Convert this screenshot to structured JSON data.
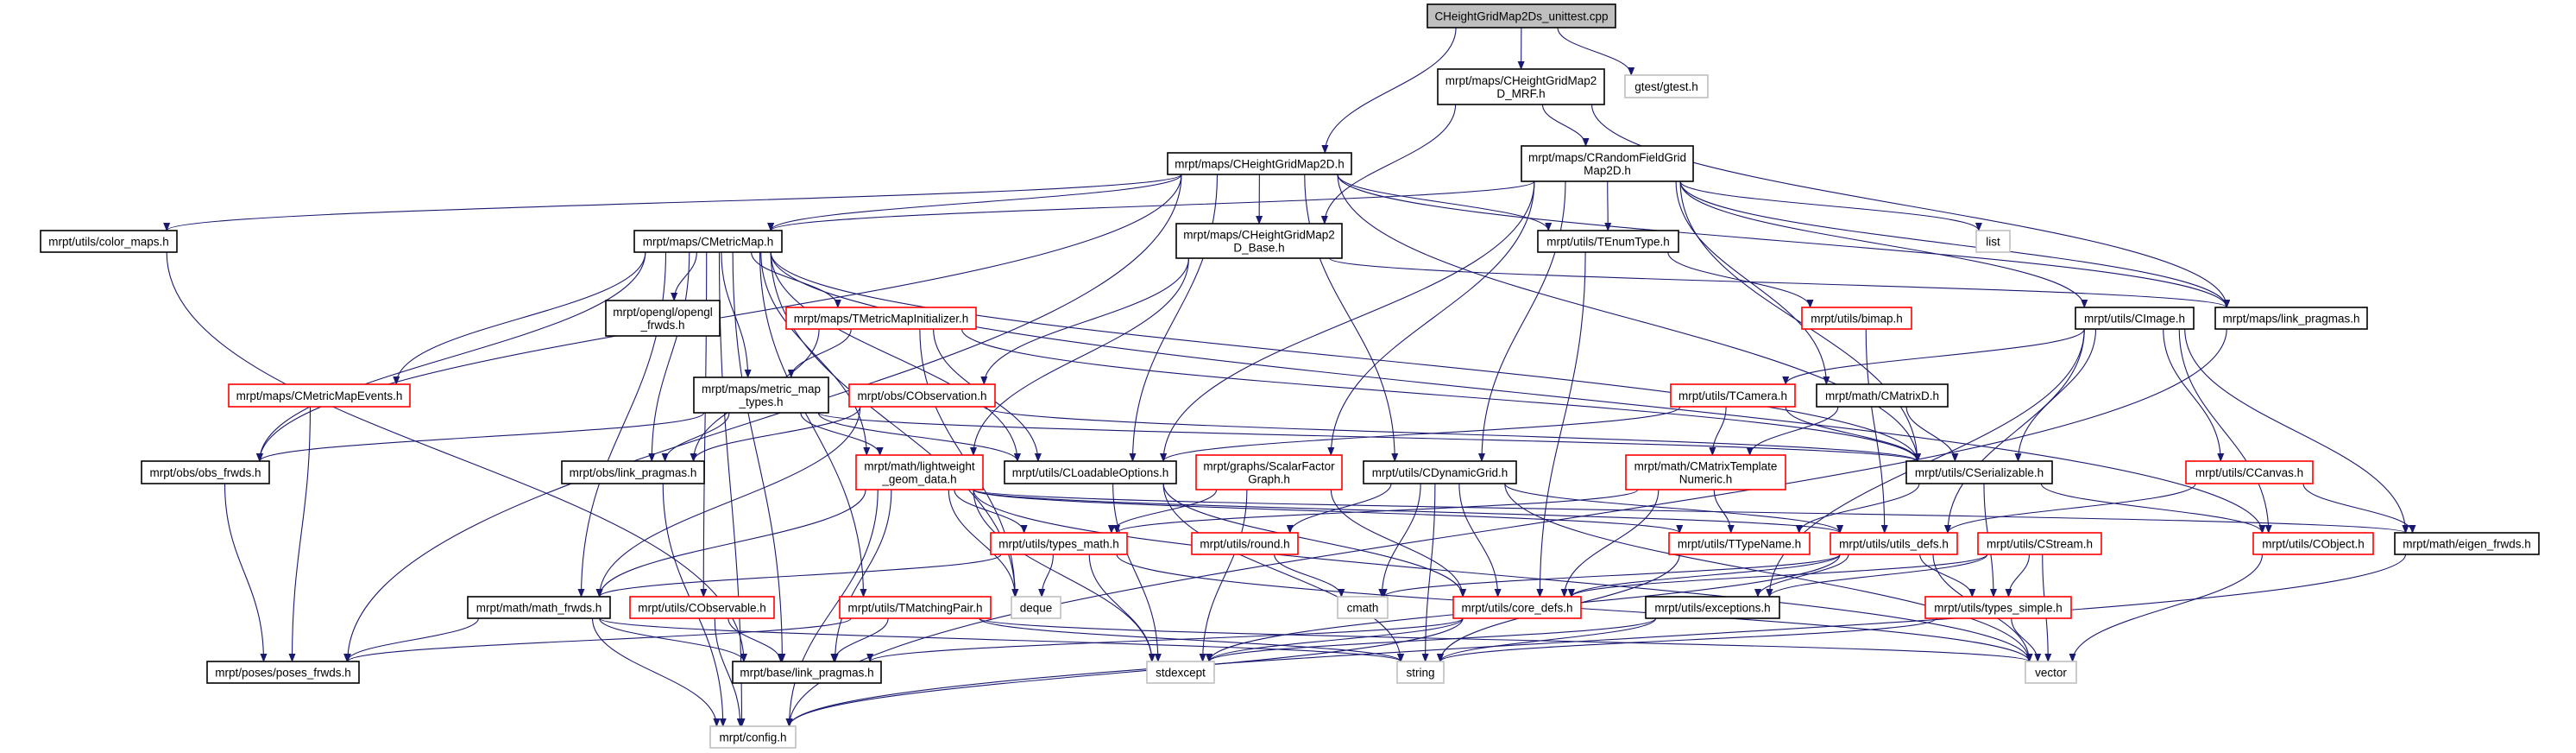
{
  "graph_title": "CHeightGridMap2Ds_unittest.cpp",
  "colors": {
    "edge": "#191970",
    "root_fill": "#bfbfbf",
    "normal_border": "#000000",
    "red_border": "#ff0000",
    "external_border": "#bfbfbf"
  },
  "nodes": [
    {
      "id": "top",
      "lines": [
        "CHeightGridMap2Ds_unittest.cpp"
      ],
      "style": "root"
    },
    {
      "id": "mrf",
      "lines": [
        "mrpt/maps/CHeightGridMap2",
        "D_MRF.h"
      ],
      "style": "normal"
    },
    {
      "id": "gtest",
      "lines": [
        "gtest/gtest.h"
      ],
      "style": "external"
    },
    {
      "id": "hgm",
      "lines": [
        "mrpt/maps/CHeightGridMap2D.h"
      ],
      "style": "normal"
    },
    {
      "id": "rfg",
      "lines": [
        "mrpt/maps/CRandomFieldGrid",
        "Map2D.h"
      ],
      "style": "normal"
    },
    {
      "id": "base",
      "lines": [
        "mrpt/maps/CHeightGridMap2",
        "D_Base.h"
      ],
      "style": "normal"
    },
    {
      "id": "tenum",
      "lines": [
        "mrpt/utils/TEnumType.h"
      ],
      "style": "normal"
    },
    {
      "id": "list",
      "lines": [
        "list"
      ],
      "style": "external"
    },
    {
      "id": "colormaps",
      "lines": [
        "mrpt/utils/color_maps.h"
      ],
      "style": "normal"
    },
    {
      "id": "cmetricmap",
      "lines": [
        "mrpt/maps/CMetricMap.h"
      ],
      "style": "normal"
    },
    {
      "id": "opengl",
      "lines": [
        "mrpt/opengl/opengl",
        "_frwds.h"
      ],
      "style": "normal"
    },
    {
      "id": "tmmi",
      "lines": [
        "mrpt/maps/TMetricMapInitializer.h"
      ],
      "style": "red"
    },
    {
      "id": "bimap",
      "lines": [
        "mrpt/utils/bimap.h"
      ],
      "style": "red"
    },
    {
      "id": "cimage",
      "lines": [
        "mrpt/utils/CImage.h"
      ],
      "style": "normal"
    },
    {
      "id": "mapslp",
      "lines": [
        "mrpt/maps/link_pragmas.h"
      ],
      "style": "normal"
    },
    {
      "id": "cmme",
      "lines": [
        "mrpt/maps/CMetricMapEvents.h"
      ],
      "style": "red"
    },
    {
      "id": "mmt",
      "lines": [
        "mrpt/maps/metric_map",
        "_types.h"
      ],
      "style": "normal"
    },
    {
      "id": "cobs",
      "lines": [
        "mrpt/obs/CObservation.h"
      ],
      "style": "red"
    },
    {
      "id": "tcamera",
      "lines": [
        "mrpt/utils/TCamera.h"
      ],
      "style": "red"
    },
    {
      "id": "cmatrixd",
      "lines": [
        "mrpt/math/CMatrixD.h"
      ],
      "style": "normal"
    },
    {
      "id": "obsfrwds",
      "lines": [
        "mrpt/obs/obs_frwds.h"
      ],
      "style": "normal"
    },
    {
      "id": "obslp",
      "lines": [
        "mrpt/obs/link_pragmas.h"
      ],
      "style": "normal"
    },
    {
      "id": "lwg",
      "lines": [
        "mrpt/math/lightweight",
        "_geom_data.h"
      ],
      "style": "red"
    },
    {
      "id": "clo",
      "lines": [
        "mrpt/utils/CLoadableOptions.h"
      ],
      "style": "normal"
    },
    {
      "id": "sfg",
      "lines": [
        "mrpt/graphs/ScalarFactor",
        "Graph.h"
      ],
      "style": "red"
    },
    {
      "id": "cdg",
      "lines": [
        "mrpt/utils/CDynamicGrid.h"
      ],
      "style": "normal"
    },
    {
      "id": "cmtn",
      "lines": [
        "mrpt/math/CMatrixTemplate",
        "Numeric.h"
      ],
      "style": "red"
    },
    {
      "id": "cser",
      "lines": [
        "mrpt/utils/CSerializable.h"
      ],
      "style": "normal"
    },
    {
      "id": "ccanvas",
      "lines": [
        "mrpt/utils/CCanvas.h"
      ],
      "style": "red"
    },
    {
      "id": "typesmath",
      "lines": [
        "mrpt/utils/types_math.h"
      ],
      "style": "red"
    },
    {
      "id": "round",
      "lines": [
        "mrpt/utils/round.h"
      ],
      "style": "red"
    },
    {
      "id": "ttypename",
      "lines": [
        "mrpt/utils/TTypeName.h"
      ],
      "style": "red"
    },
    {
      "id": "utilsdefs",
      "lines": [
        "mrpt/utils/utils_defs.h"
      ],
      "style": "red"
    },
    {
      "id": "cstream",
      "lines": [
        "mrpt/utils/CStream.h"
      ],
      "style": "red"
    },
    {
      "id": "cobject",
      "lines": [
        "mrpt/utils/CObject.h"
      ],
      "style": "red"
    },
    {
      "id": "eigen",
      "lines": [
        "mrpt/math/eigen_frwds.h"
      ],
      "style": "normal"
    },
    {
      "id": "mathfrwds",
      "lines": [
        "mrpt/math/math_frwds.h"
      ],
      "style": "normal"
    },
    {
      "id": "cobservable",
      "lines": [
        "mrpt/utils/CObservable.h"
      ],
      "style": "red"
    },
    {
      "id": "tmp",
      "lines": [
        "mrpt/utils/TMatchingPair.h"
      ],
      "style": "red"
    },
    {
      "id": "deque",
      "lines": [
        "deque"
      ],
      "style": "external"
    },
    {
      "id": "cmath",
      "lines": [
        "cmath"
      ],
      "style": "external"
    },
    {
      "id": "coredefs",
      "lines": [
        "mrpt/utils/core_defs.h"
      ],
      "style": "red"
    },
    {
      "id": "exceptions",
      "lines": [
        "mrpt/utils/exceptions.h"
      ],
      "style": "normal"
    },
    {
      "id": "typessimple",
      "lines": [
        "mrpt/utils/types_simple.h"
      ],
      "style": "red"
    },
    {
      "id": "posesfrwds",
      "lines": [
        "mrpt/poses/poses_frwds.h"
      ],
      "style": "normal"
    },
    {
      "id": "baselp",
      "lines": [
        "mrpt/base/link_pragmas.h"
      ],
      "style": "normal"
    },
    {
      "id": "stdexcept",
      "lines": [
        "stdexcept"
      ],
      "style": "external"
    },
    {
      "id": "string",
      "lines": [
        "string"
      ],
      "style": "external"
    },
    {
      "id": "vector",
      "lines": [
        "vector"
      ],
      "style": "external"
    },
    {
      "id": "config",
      "lines": [
        "mrpt/config.h"
      ],
      "style": "external"
    }
  ],
  "edges": [
    [
      "top",
      "hgm"
    ],
    [
      "top",
      "mrf"
    ],
    [
      "top",
      "gtest"
    ],
    [
      "mrf",
      "base"
    ],
    [
      "mrf",
      "rfg"
    ],
    [
      "mrf",
      "mapslp"
    ],
    [
      "hgm",
      "posesfrwds"
    ],
    [
      "hgm",
      "colormaps"
    ],
    [
      "hgm",
      "cmetricmap"
    ],
    [
      "hgm",
      "obsfrwds"
    ],
    [
      "hgm",
      "base"
    ],
    [
      "hgm",
      "clo"
    ],
    [
      "hgm",
      "cdg"
    ],
    [
      "hgm",
      "tenum"
    ],
    [
      "hgm",
      "cser"
    ],
    [
      "hgm",
      "mapslp"
    ],
    [
      "rfg",
      "cmetricmap"
    ],
    [
      "rfg",
      "tenum"
    ],
    [
      "rfg",
      "list"
    ],
    [
      "rfg",
      "mapslp"
    ],
    [
      "rfg",
      "cimage"
    ],
    [
      "rfg",
      "cmatrixd"
    ],
    [
      "rfg",
      "cser"
    ],
    [
      "rfg",
      "cdg"
    ],
    [
      "rfg",
      "sfg"
    ],
    [
      "rfg",
      "clo"
    ],
    [
      "base",
      "mapslp"
    ],
    [
      "base",
      "cobs"
    ],
    [
      "base",
      "lwg"
    ],
    [
      "tenum",
      "coredefs"
    ],
    [
      "tenum",
      "bimap"
    ],
    [
      "bimap",
      "utilsdefs"
    ],
    [
      "cmetricmap",
      "opengl"
    ],
    [
      "cmetricmap",
      "tmmi"
    ],
    [
      "cmetricmap",
      "mmt"
    ],
    [
      "cmetricmap",
      "cmme"
    ],
    [
      "cmetricmap",
      "obsfrwds"
    ],
    [
      "cmetricmap",
      "obslp"
    ],
    [
      "cmetricmap",
      "mathfrwds"
    ],
    [
      "cmetricmap",
      "cobservable"
    ],
    [
      "cmetricmap",
      "tmp"
    ],
    [
      "cmetricmap",
      "deque"
    ],
    [
      "cmetricmap",
      "lwg"
    ],
    [
      "cmetricmap",
      "clo"
    ],
    [
      "cmetricmap",
      "cser"
    ],
    [
      "cmetricmap",
      "cobject"
    ],
    [
      "cmetricmap",
      "baselp"
    ],
    [
      "cmetricmap",
      "config"
    ],
    [
      "tmmi",
      "mmt"
    ],
    [
      "tmmi",
      "obslp"
    ],
    [
      "tmmi",
      "clo"
    ],
    [
      "tmmi",
      "cser"
    ],
    [
      "tmmi",
      "deque"
    ],
    [
      "mmt",
      "obsfrwds"
    ],
    [
      "mmt",
      "obslp"
    ],
    [
      "mmt",
      "lwg"
    ],
    [
      "mmt",
      "clo"
    ],
    [
      "mmt",
      "cser"
    ],
    [
      "cmme",
      "posesfrwds"
    ],
    [
      "cobs",
      "obslp"
    ],
    [
      "cobs",
      "mathfrwds"
    ],
    [
      "cobs",
      "cser"
    ],
    [
      "obsfrwds",
      "posesfrwds"
    ],
    [
      "obslp",
      "config"
    ],
    [
      "colormaps",
      "baselp"
    ],
    [
      "lwg",
      "mathfrwds"
    ],
    [
      "lwg",
      "baselp"
    ],
    [
      "lwg",
      "deque"
    ],
    [
      "lwg",
      "stdexcept"
    ],
    [
      "lwg",
      "typesmath"
    ],
    [
      "lwg",
      "ttypename"
    ],
    [
      "lwg",
      "config"
    ],
    [
      "lwg",
      "vector"
    ],
    [
      "lwg",
      "eigen"
    ],
    [
      "lwg",
      "utilsdefs"
    ],
    [
      "clo",
      "string"
    ],
    [
      "clo",
      "coredefs"
    ],
    [
      "clo",
      "stdexcept"
    ],
    [
      "sfg",
      "typesmath"
    ],
    [
      "sfg",
      "coredefs"
    ],
    [
      "sfg",
      "stdexcept"
    ],
    [
      "cdg",
      "round"
    ],
    [
      "cdg",
      "cmath"
    ],
    [
      "cdg",
      "string"
    ],
    [
      "cdg",
      "coredefs"
    ],
    [
      "cdg",
      "vector"
    ],
    [
      "cdg",
      "utilsdefs"
    ],
    [
      "cmtn",
      "typesmath"
    ],
    [
      "cmtn",
      "ttypename"
    ],
    [
      "cmtn",
      "coredefs"
    ],
    [
      "typesmath",
      "mathfrwds"
    ],
    [
      "typesmath",
      "deque"
    ],
    [
      "typesmath",
      "stdexcept"
    ],
    [
      "typesmath",
      "vector"
    ],
    [
      "round",
      "cmath"
    ],
    [
      "mathfrwds",
      "posesfrwds"
    ],
    [
      "mathfrwds",
      "baselp"
    ],
    [
      "mathfrwds",
      "config"
    ],
    [
      "mathfrwds",
      "string"
    ],
    [
      "cobservable",
      "baselp"
    ],
    [
      "cobservable",
      "config"
    ],
    [
      "tmp",
      "posesfrwds"
    ],
    [
      "tmp",
      "baselp"
    ],
    [
      "tmp",
      "string"
    ],
    [
      "tmp",
      "vector"
    ],
    [
      "coredefs",
      "baselp"
    ],
    [
      "coredefs",
      "config"
    ],
    [
      "coredefs",
      "stdexcept"
    ],
    [
      "utilsdefs",
      "coredefs"
    ],
    [
      "utilsdefs",
      "cmath"
    ],
    [
      "utilsdefs",
      "typessimple"
    ],
    [
      "utilsdefs",
      "vector"
    ],
    [
      "utilsdefs",
      "exceptions"
    ],
    [
      "utilsdefs",
      "stdexcept"
    ],
    [
      "cstream",
      "coredefs"
    ],
    [
      "cstream",
      "exceptions"
    ],
    [
      "cstream",
      "typessimple"
    ],
    [
      "cstream",
      "vector"
    ],
    [
      "ttypename",
      "string"
    ],
    [
      "exceptions",
      "string"
    ],
    [
      "exceptions",
      "stdexcept"
    ],
    [
      "typessimple",
      "string"
    ],
    [
      "typessimple",
      "vector"
    ],
    [
      "cimage",
      "cser"
    ],
    [
      "cimage",
      "tcamera"
    ],
    [
      "cimage",
      "ccanvas"
    ],
    [
      "cimage",
      "eigen"
    ],
    [
      "cimage",
      "utilsdefs"
    ],
    [
      "cimage",
      "cobject"
    ],
    [
      "cimage",
      "exceptions"
    ],
    [
      "tcamera",
      "cser"
    ],
    [
      "tcamera",
      "cmtn"
    ],
    [
      "tcamera",
      "clo"
    ],
    [
      "cmatrixd",
      "cser"
    ],
    [
      "cmatrixd",
      "cmtn"
    ],
    [
      "cser",
      "cobject"
    ],
    [
      "cser",
      "ttypename"
    ],
    [
      "cser",
      "typessimple"
    ],
    [
      "ccanvas",
      "utilsdefs"
    ],
    [
      "ccanvas",
      "eigen"
    ],
    [
      "cobject",
      "vector"
    ],
    [
      "eigen",
      "config"
    ],
    [
      "mapslp",
      "config"
    ]
  ]
}
